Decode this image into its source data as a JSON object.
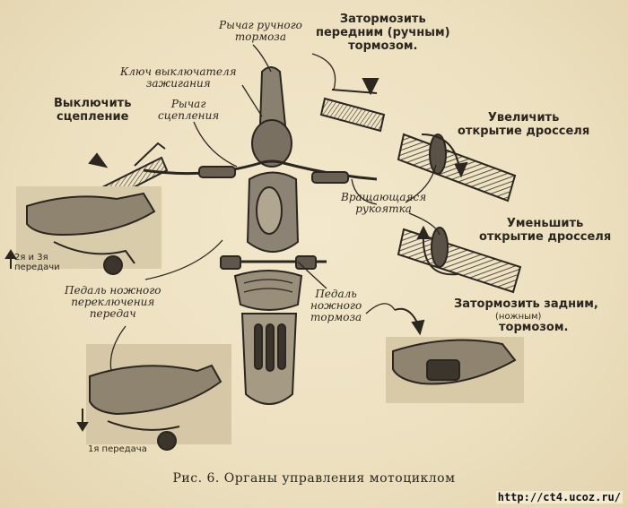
{
  "labels": {
    "front_hand_brake_lever": "Рычаг ручного\nтормоза",
    "front_brake_action": "Затормозить\nпередним (ручным)\nтормозом.",
    "ignition_key": "Ключ выключателя\nзажигания",
    "clutch_lever": "Рычаг\nсцепления",
    "disengage_clutch": "Выключить\nсцепление",
    "open_throttle": "Увеличить\nоткрытие дросселя",
    "twist_grip": "Вращающаяся\nрукоятка",
    "close_throttle": "Уменьшить\nоткрытие дросселя",
    "gear_pedal": "Педаль ножного\nпереключения\nпередач",
    "rear_brake_pedal": "Педаль\nножного\nтормоза",
    "rear_brake_action_1": "Затормозить задним,",
    "rear_brake_action_2": "(ножным)",
    "rear_brake_action_3": "тормозом.",
    "gears_2_3": "2я и 3я\nпередачи",
    "gear_1": "1я передача"
  },
  "caption": "Рис. 6. Органы управления мотоциклом",
  "watermark": "http://ct4.ucoz.ru/"
}
